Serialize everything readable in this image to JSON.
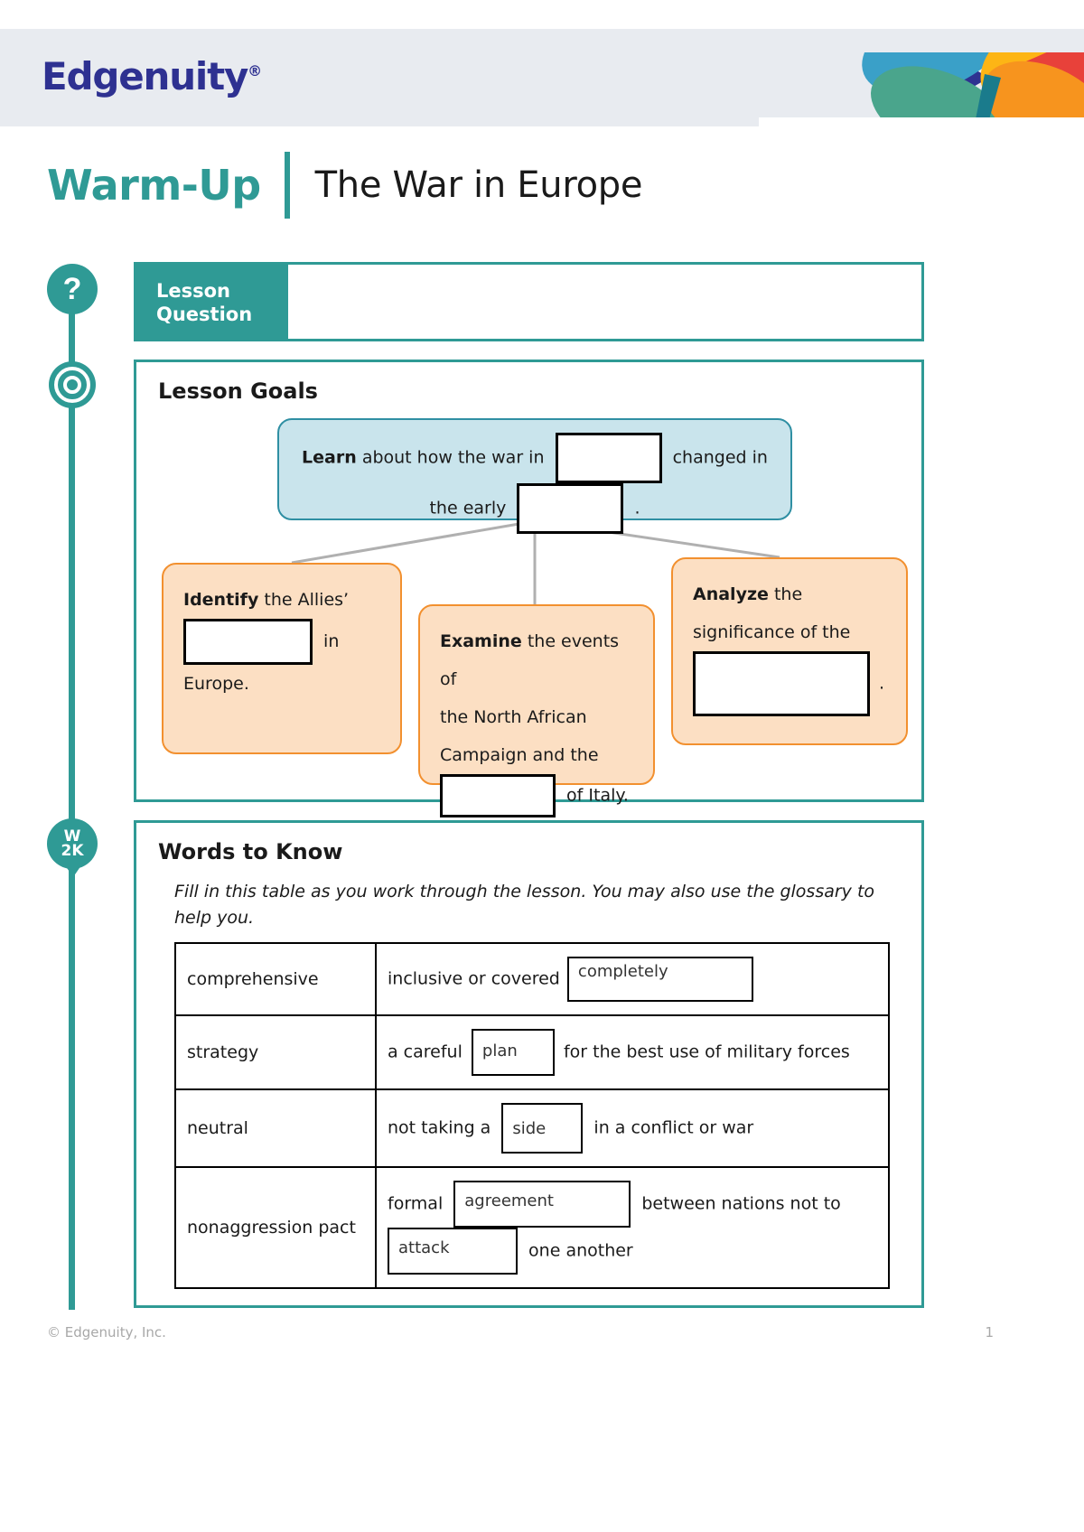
{
  "brand": {
    "logo_text": "Edgenuity",
    "trademark": "®",
    "petal_colors": [
      "#2e3191",
      "#3aa0c8",
      "#f05a22",
      "#fdb515",
      "#e8413a",
      "#4aa58c",
      "#f7941e",
      "#1a7b8c"
    ]
  },
  "title": {
    "eyebrow": "Warm-Up",
    "topic": "The War in Europe",
    "accent_color": "#2f9a95"
  },
  "rail": {
    "question_icon": "question-mark-icon",
    "question_glyph": "?",
    "target_icon": "target-icon",
    "words_icon": "words-to-know-icon",
    "words_line1": "W",
    "words_line2": "2K"
  },
  "lesson_question": {
    "tab_label_line1": "Lesson",
    "tab_label_line2": "Question",
    "answer_value": ""
  },
  "lesson_goals": {
    "heading": "Lesson Goals",
    "learn": {
      "lead": "Learn",
      "text_1": "about how the war in",
      "blank_1": "",
      "text_2": "changed in",
      "text_3": "the early",
      "blank_2": "",
      "text_4": "."
    },
    "children": [
      {
        "lead": "Identify",
        "text_1": "the Allies’",
        "blank_1": "",
        "text_2": "in",
        "text_3": "Europe."
      },
      {
        "lead": "Examine",
        "text_1": "the events of",
        "text_2": "the North African",
        "text_3": "Campaign and the",
        "blank_1": "",
        "text_4": "of Italy."
      },
      {
        "lead": "Analyze",
        "text_1": "the",
        "text_2": "significance of the",
        "blank_1": "",
        "text_3": "."
      }
    ]
  },
  "words_to_know": {
    "heading": "Words to Know",
    "instructions": "Fill in this table as you work through the lesson. You may also use the glossary to help you.",
    "rows": [
      {
        "term": "comprehensive",
        "def_pre": "inclusive or covered",
        "answer": "completely",
        "def_post": ""
      },
      {
        "term": "strategy",
        "def_pre": "a careful",
        "answer": "plan",
        "def_post": "for the best use of military forces"
      },
      {
        "term": "neutral",
        "def_pre": "not taking a",
        "answer": "side",
        "def_post": "in a conflict or war"
      },
      {
        "term": "nonaggression pact",
        "def_pre": "formal",
        "answer": "agreement",
        "def_post": "between nations not to",
        "answer_2": "attack",
        "def_post_2": "one another"
      }
    ]
  },
  "footer": {
    "copyright": "© Edgenuity, Inc.",
    "page_number": "1"
  }
}
